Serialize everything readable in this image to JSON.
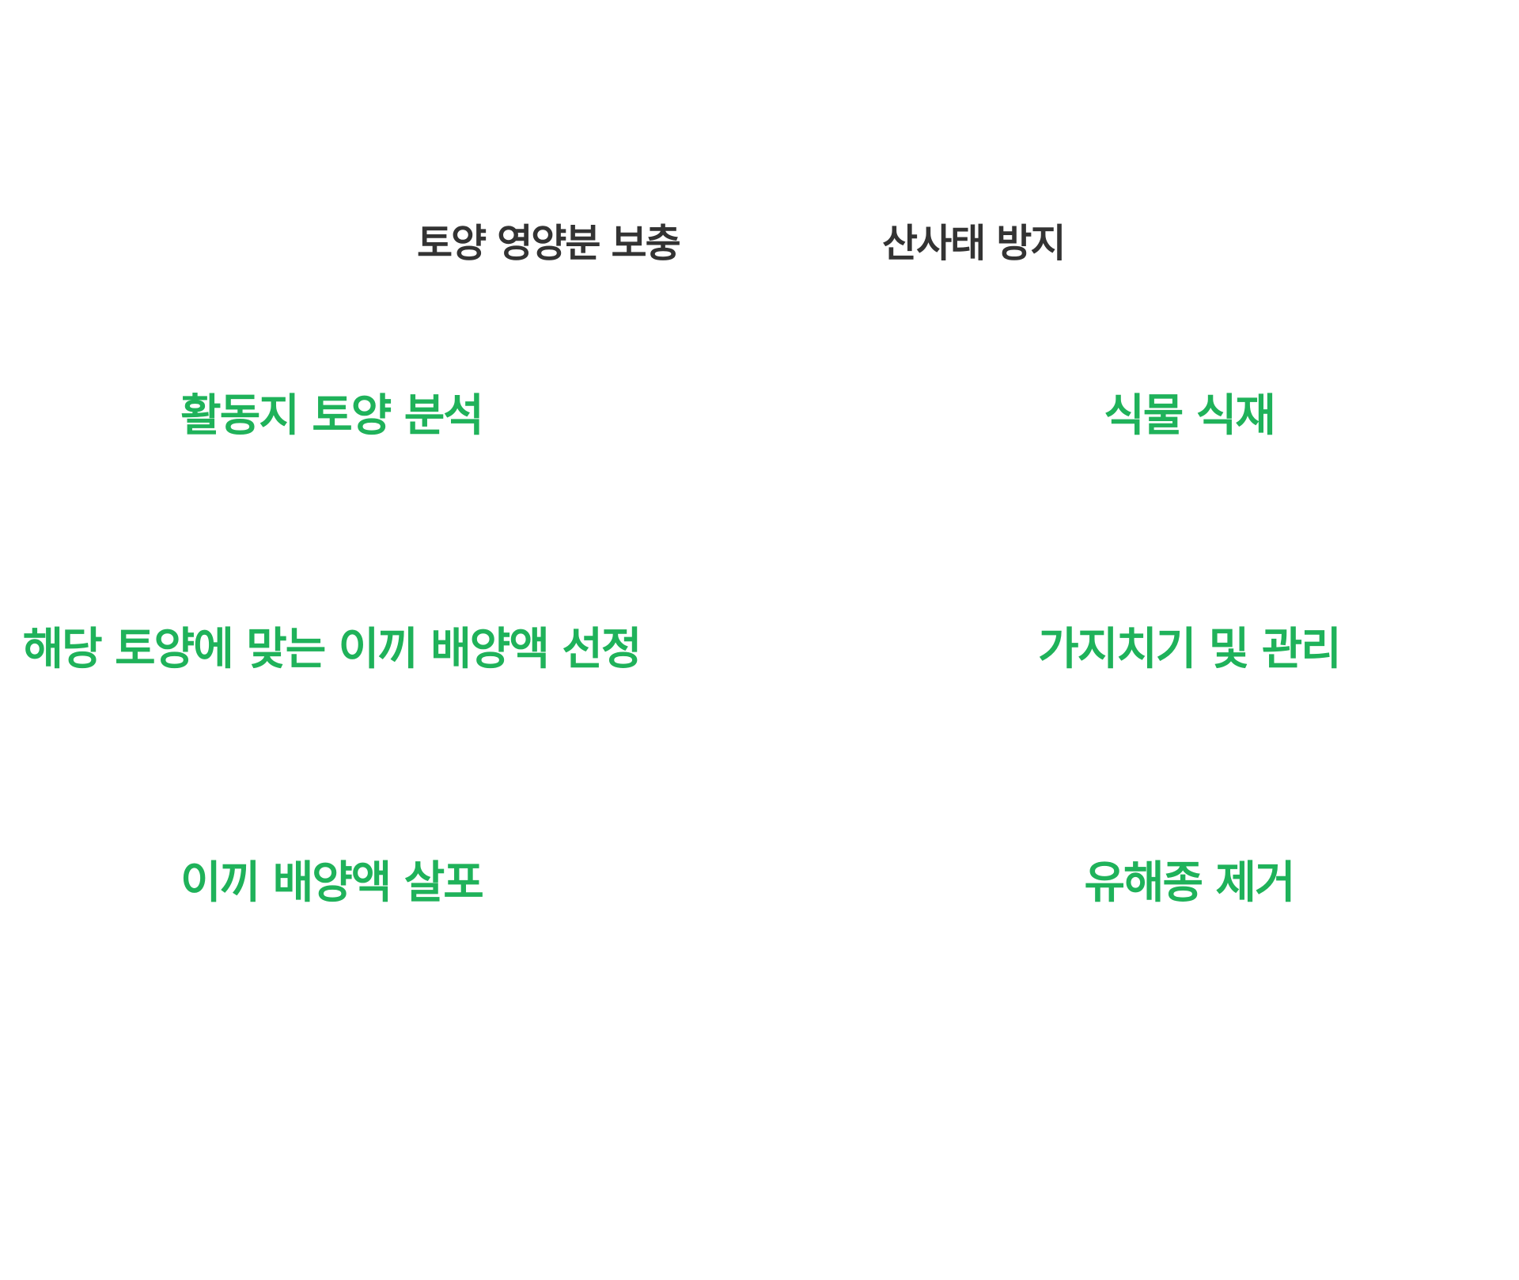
{
  "left": {
    "category": "토양 영양분 보충",
    "steps": [
      "활동지 토양 분석",
      "해당 토양에 맞는 이끼 배양액 선정",
      "이끼 배양액 살포"
    ]
  },
  "right": {
    "category": "산사태 방지",
    "steps": [
      "식물 식재",
      "가지치기 및 관리",
      "유해종 제거"
    ]
  },
  "colors": {
    "category_text": "#333333",
    "step_text": "#1fb25a",
    "background": "#ffffff"
  }
}
